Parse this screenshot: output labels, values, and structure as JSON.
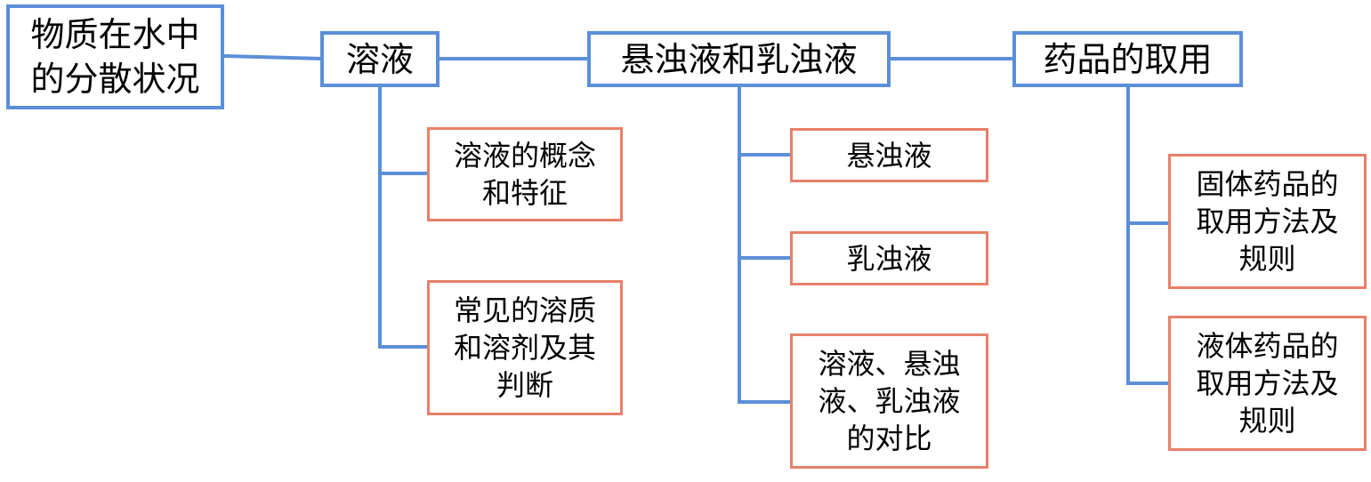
{
  "diagram": {
    "root": {
      "label": "物质在水中\n的分散状况"
    },
    "sections": [
      {
        "label": "溶液",
        "items": [
          {
            "label": "溶液的概念\n和特征"
          },
          {
            "label": "常见的溶质\n和溶剂及其\n判断"
          }
        ]
      },
      {
        "label": "悬浊液和乳浊液",
        "items": [
          {
            "label": "悬浊液"
          },
          {
            "label": "乳浊液"
          },
          {
            "label": "溶液、悬浊\n液、乳浊液\n的对比"
          }
        ]
      },
      {
        "label": "药品的取用",
        "items": [
          {
            "label": "固体药品的\n取用方法及\n规则"
          },
          {
            "label": "液体药品的\n取用方法及\n规则"
          }
        ]
      }
    ],
    "colors": {
      "main_border": "#5b8fd8",
      "sub_border": "#e8806a",
      "connector": "#5b8fd8"
    }
  }
}
